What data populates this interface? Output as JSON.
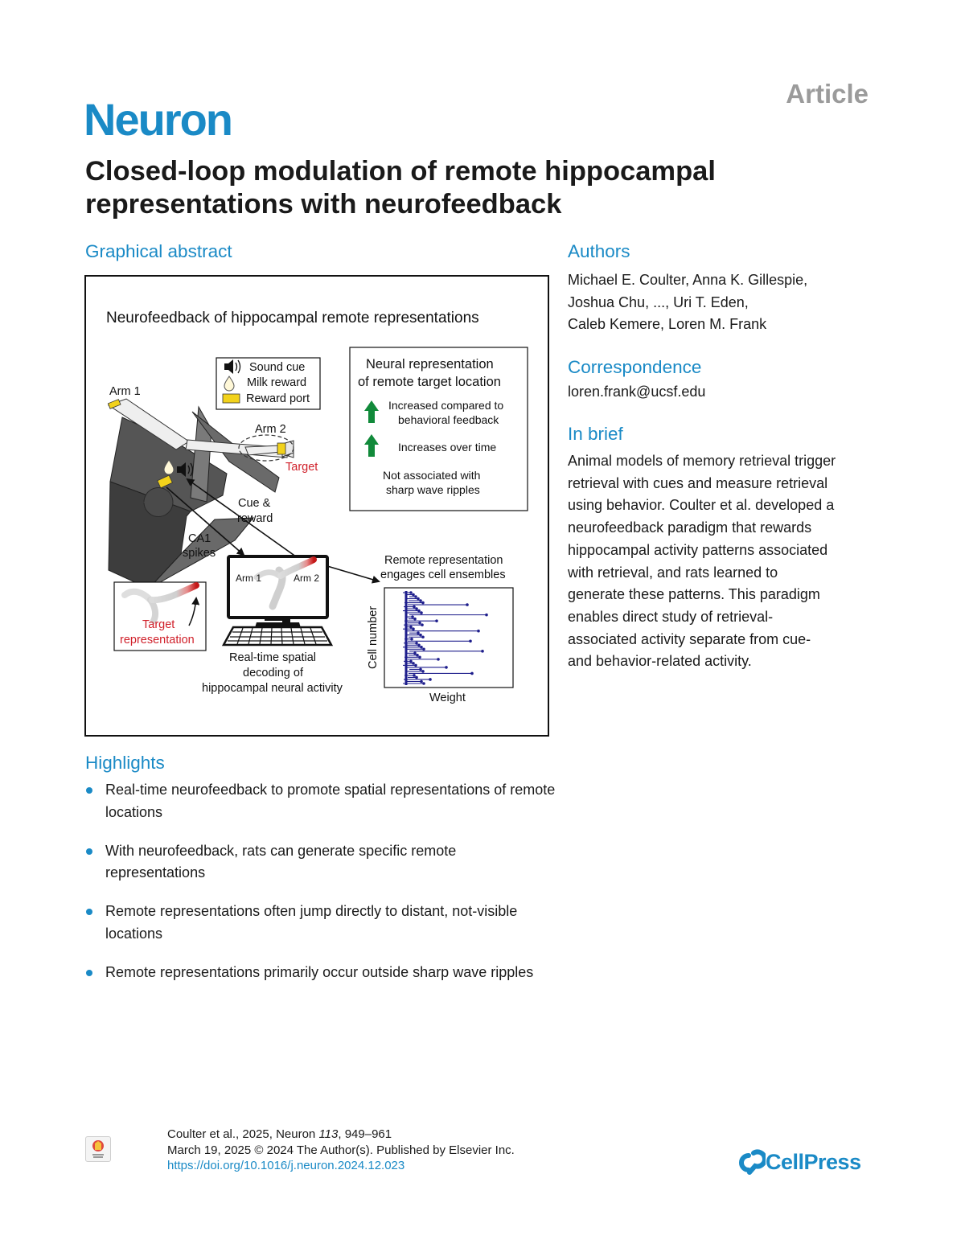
{
  "header": {
    "article_label": "Article",
    "journal": "Neuron"
  },
  "title": "Closed-loop modulation of remote hippocampal representations with neurofeedback",
  "sections": {
    "graphical_abstract": "Graphical abstract",
    "authors": "Authors",
    "correspondence": "Correspondence",
    "in_brief": "In brief",
    "highlights": "Highlights"
  },
  "authors": [
    "Michael E. Coulter, Anna K. Gillespie,",
    "Joshua Chu, ..., Uri T. Eden,",
    "Caleb Kemere, Loren M. Frank"
  ],
  "correspondence_email": "loren.frank@ucsf.edu",
  "in_brief": [
    "Animal models of memory retrieval trigger",
    "retrieval with cues and measure retrieval",
    "using behavior. Coulter et al. developed a",
    "neurofeedback paradigm that rewards",
    "hippocampal activity patterns associated",
    "with retrieval, and rats learned to",
    "generate these patterns. This paradigm",
    "enables direct study of retrieval-",
    "associated activity separate from cue-",
    "and behavior-related activity."
  ],
  "figure": {
    "heading": "Neurofeedback of hippocampal remote representations",
    "legend": {
      "sound_cue": "Sound cue",
      "milk_reward": "Milk reward",
      "reward_port": "Reward port"
    },
    "arm1": "Arm 1",
    "arm2": "Arm 2",
    "target": "Target",
    "cue_reward": [
      "Cue &",
      "reward"
    ],
    "ca1_spikes": [
      "CA1",
      "spikes"
    ],
    "neural_box": {
      "title": [
        "Neural representation",
        "of remote target location"
      ],
      "item1": [
        "Increased compared to",
        "behavioral feedback"
      ],
      "item2": "Increases over time",
      "item3": [
        "Not associated with",
        "sharp wave ripples"
      ]
    },
    "screen_arm1": "Arm 1",
    "screen_arm2": "Arm 2",
    "target_rep": [
      "Target",
      "representation"
    ],
    "decoding": [
      "Real-time spatial",
      "decoding of",
      "hippocampal neural activity"
    ],
    "ensembles": [
      "Remote representation",
      "engages cell ensembles"
    ],
    "ylabel": "Cell number",
    "xlabel": "Weight",
    "colors": {
      "arrow_green": "#118a3a",
      "target_red": "#d0202a",
      "stem_navy": "#1e1e8c",
      "reward_yellow": "#f2d21b"
    }
  },
  "highlights": [
    "Real-time neurofeedback to promote spatial representations of remote locations",
    "With neurofeedback, rats can generate specific remote representations",
    "Remote representations often jump directly to distant, not-visible locations",
    "Remote representations primarily occur outside sharp wave ripples"
  ],
  "footer": {
    "citation_pre": "Coulter et al., 2025, Neuron ",
    "volume": "113",
    "pages": ", 949–961",
    "published": "March 19, 2025 © 2024 The Author(s). Published by Elsevier Inc.",
    "doi": "https://doi.org/10.1016/j.neuron.2024.12.023"
  },
  "publisher": "CellPress"
}
